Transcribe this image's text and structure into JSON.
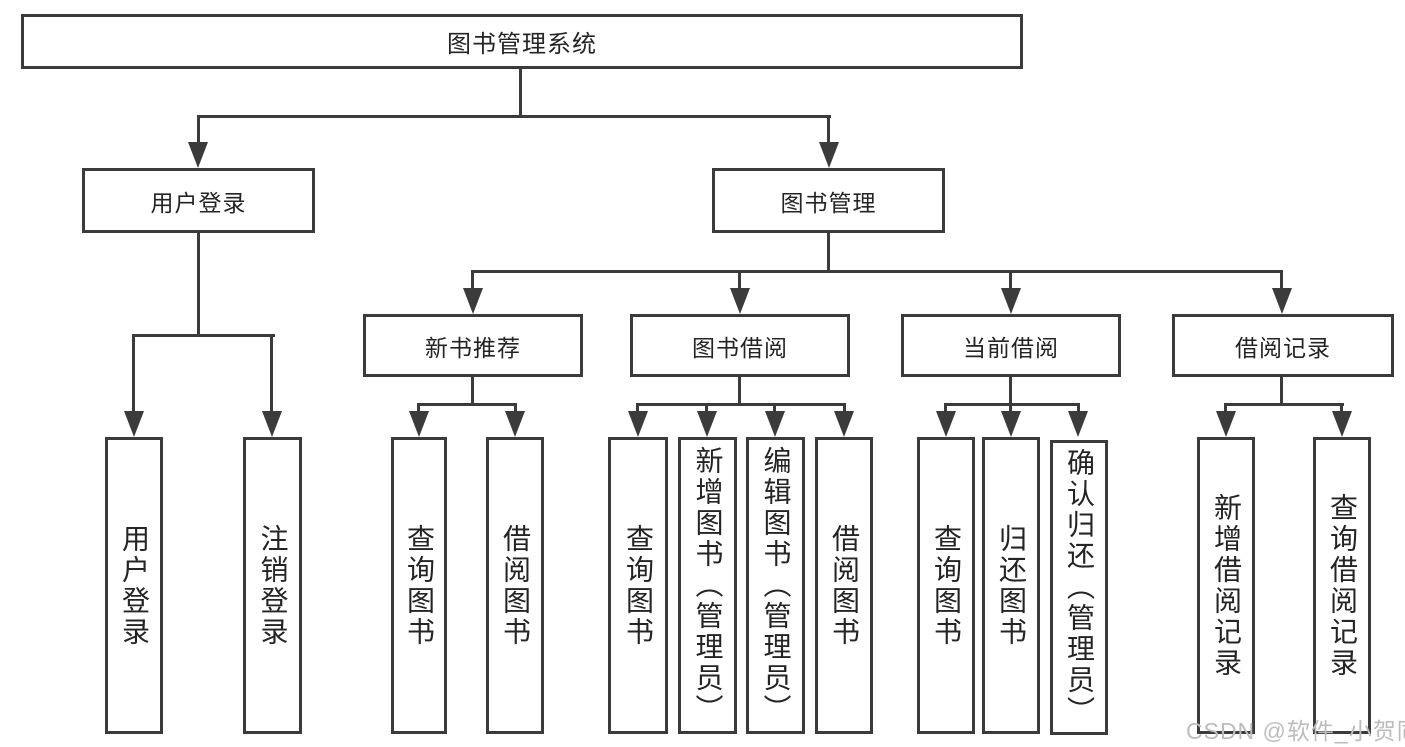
{
  "tree": {
    "label": "图书管理系统",
    "children": [
      {
        "label": "用户登录",
        "children": [
          {
            "label": "用户登录"
          },
          {
            "label": "注销登录"
          }
        ]
      },
      {
        "label": "图书管理",
        "children": [
          {
            "label": "新书推荐",
            "children": [
              {
                "label": "查询图书"
              },
              {
                "label": "借阅图书"
              }
            ]
          },
          {
            "label": "图书借阅",
            "children": [
              {
                "label": "查询图书"
              },
              {
                "label": "新增图书（管理员）"
              },
              {
                "label": "编辑图书（管理员）"
              },
              {
                "label": "借阅图书"
              }
            ]
          },
          {
            "label": "当前借阅",
            "children": [
              {
                "label": "查询图书"
              },
              {
                "label": "归还图书"
              },
              {
                "label": "确认归还（管理员）"
              }
            ]
          },
          {
            "label": "借阅记录",
            "children": [
              {
                "label": "新增借阅记录"
              },
              {
                "label": "查询借阅记录"
              }
            ]
          }
        ]
      }
    ]
  },
  "watermark": {
    "text": "CSDN @软件_小贺同学"
  },
  "colors": {
    "line": "#3b3b3b",
    "text": "#242424",
    "watermark": "#bcbcbc",
    "background": "#ffffff"
  }
}
